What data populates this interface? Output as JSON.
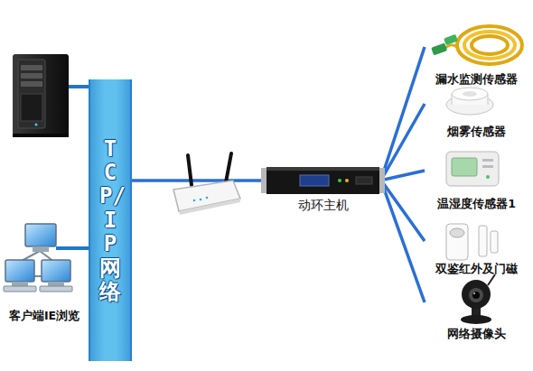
{
  "diagram": {
    "nodes": [
      {
        "text": [
          "客户端IE浏览"
        ]
      },
      {
        "text": [
          "TCP/IP网络"
        ]
      },
      {
        "text": [
          "动环主机"
        ]
      },
      {
        "text": [
          "漏水监测传感器"
        ]
      },
      {
        "text": [
          "烟雾传感器"
        ]
      },
      {
        "text": [
          "温湿度传感器1"
        ]
      },
      {
        "text": [
          "双鉴红外及门磁"
        ]
      },
      {
        "text": [
          "网络摄像头"
        ]
      }
    ],
    "edges": [
      {
        "from": 0,
        "to": 1,
        "arrow": "none"
      },
      {
        "from": 1,
        "to": 2,
        "arrow": "none"
      },
      {
        "from": 2,
        "to": 3,
        "arrow": "none"
      },
      {
        "from": 2,
        "to": 4,
        "arrow": "none"
      },
      {
        "from": 2,
        "to": 5,
        "arrow": "none"
      },
      {
        "from": 2,
        "to": 6,
        "arrow": "none"
      },
      {
        "from": 2,
        "to": 7,
        "arrow": "none"
      }
    ]
  }
}
